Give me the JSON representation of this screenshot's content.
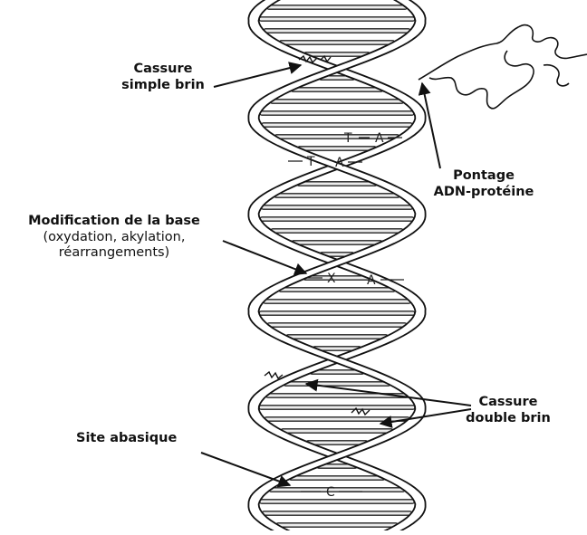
{
  "labels": {
    "single_break": [
      "Cassure",
      "simple brin"
    ],
    "crosslink": [
      "Pontage",
      "ADN-protéine"
    ],
    "base_mod_title": "Modification de la base",
    "base_mod_detail": [
      "(oxydation, akylation,",
      "réarrangements)"
    ],
    "double_break": [
      "Cassure",
      "double brin"
    ],
    "abasic": "Site abasique"
  },
  "bases": [
    "T",
    "A",
    "T",
    "A",
    "X",
    "A",
    "C"
  ],
  "colors": {
    "ink": "#111111",
    "strand_fill": "#ffffff",
    "rung_fill": "#e8e8e8"
  }
}
